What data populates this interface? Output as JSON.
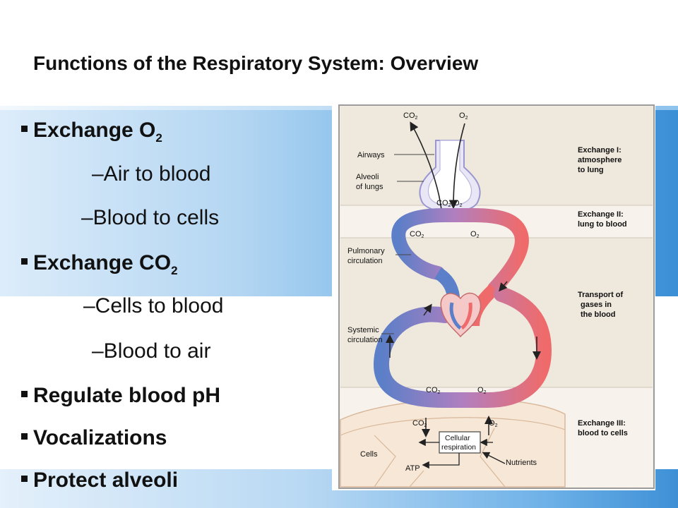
{
  "slide": {
    "title": "Functions of the Respiratory System: Overview",
    "bullets": [
      {
        "main": "Exchange O",
        "sub": "2",
        "children": [
          "–Air to blood",
          "–Blood to cells"
        ]
      },
      {
        "main": "Exchange CO",
        "sub": "2",
        "children": [
          "–Cells to blood",
          "–Blood to air"
        ]
      },
      {
        "main": "Regulate blood pH"
      },
      {
        "main": "Vocalizations"
      },
      {
        "main": "Protect alveoli"
      }
    ]
  },
  "figure": {
    "gas_top": {
      "co2": "CO",
      "o2": "O",
      "sub": "2"
    },
    "labels": {
      "airways": "Airways",
      "alveoli": [
        "Alveoli",
        "of lungs"
      ],
      "pulmonary": [
        "Pulmonary",
        "circulation"
      ],
      "systemic": [
        "Systemic",
        "circulation"
      ],
      "cells": "Cells",
      "atp": "ATP",
      "nutrients": "Nutrients",
      "cellular_resp": [
        "Cellular",
        "respiration"
      ]
    },
    "stages": [
      {
        "lines": [
          "Exchange I:",
          "atmosphere",
          "to lung"
        ]
      },
      {
        "lines": [
          "Exchange II:",
          "lung to blood"
        ]
      },
      {
        "lines": [
          "Transport of",
          "gases in",
          "the blood"
        ]
      },
      {
        "lines": [
          "Exchange III:",
          "blood to cells"
        ]
      }
    ],
    "colors": {
      "deoxy": "#5b7fc8",
      "oxy": "#ef6b6b",
      "panel": "#efe9df",
      "band": "#f4efe7"
    }
  }
}
